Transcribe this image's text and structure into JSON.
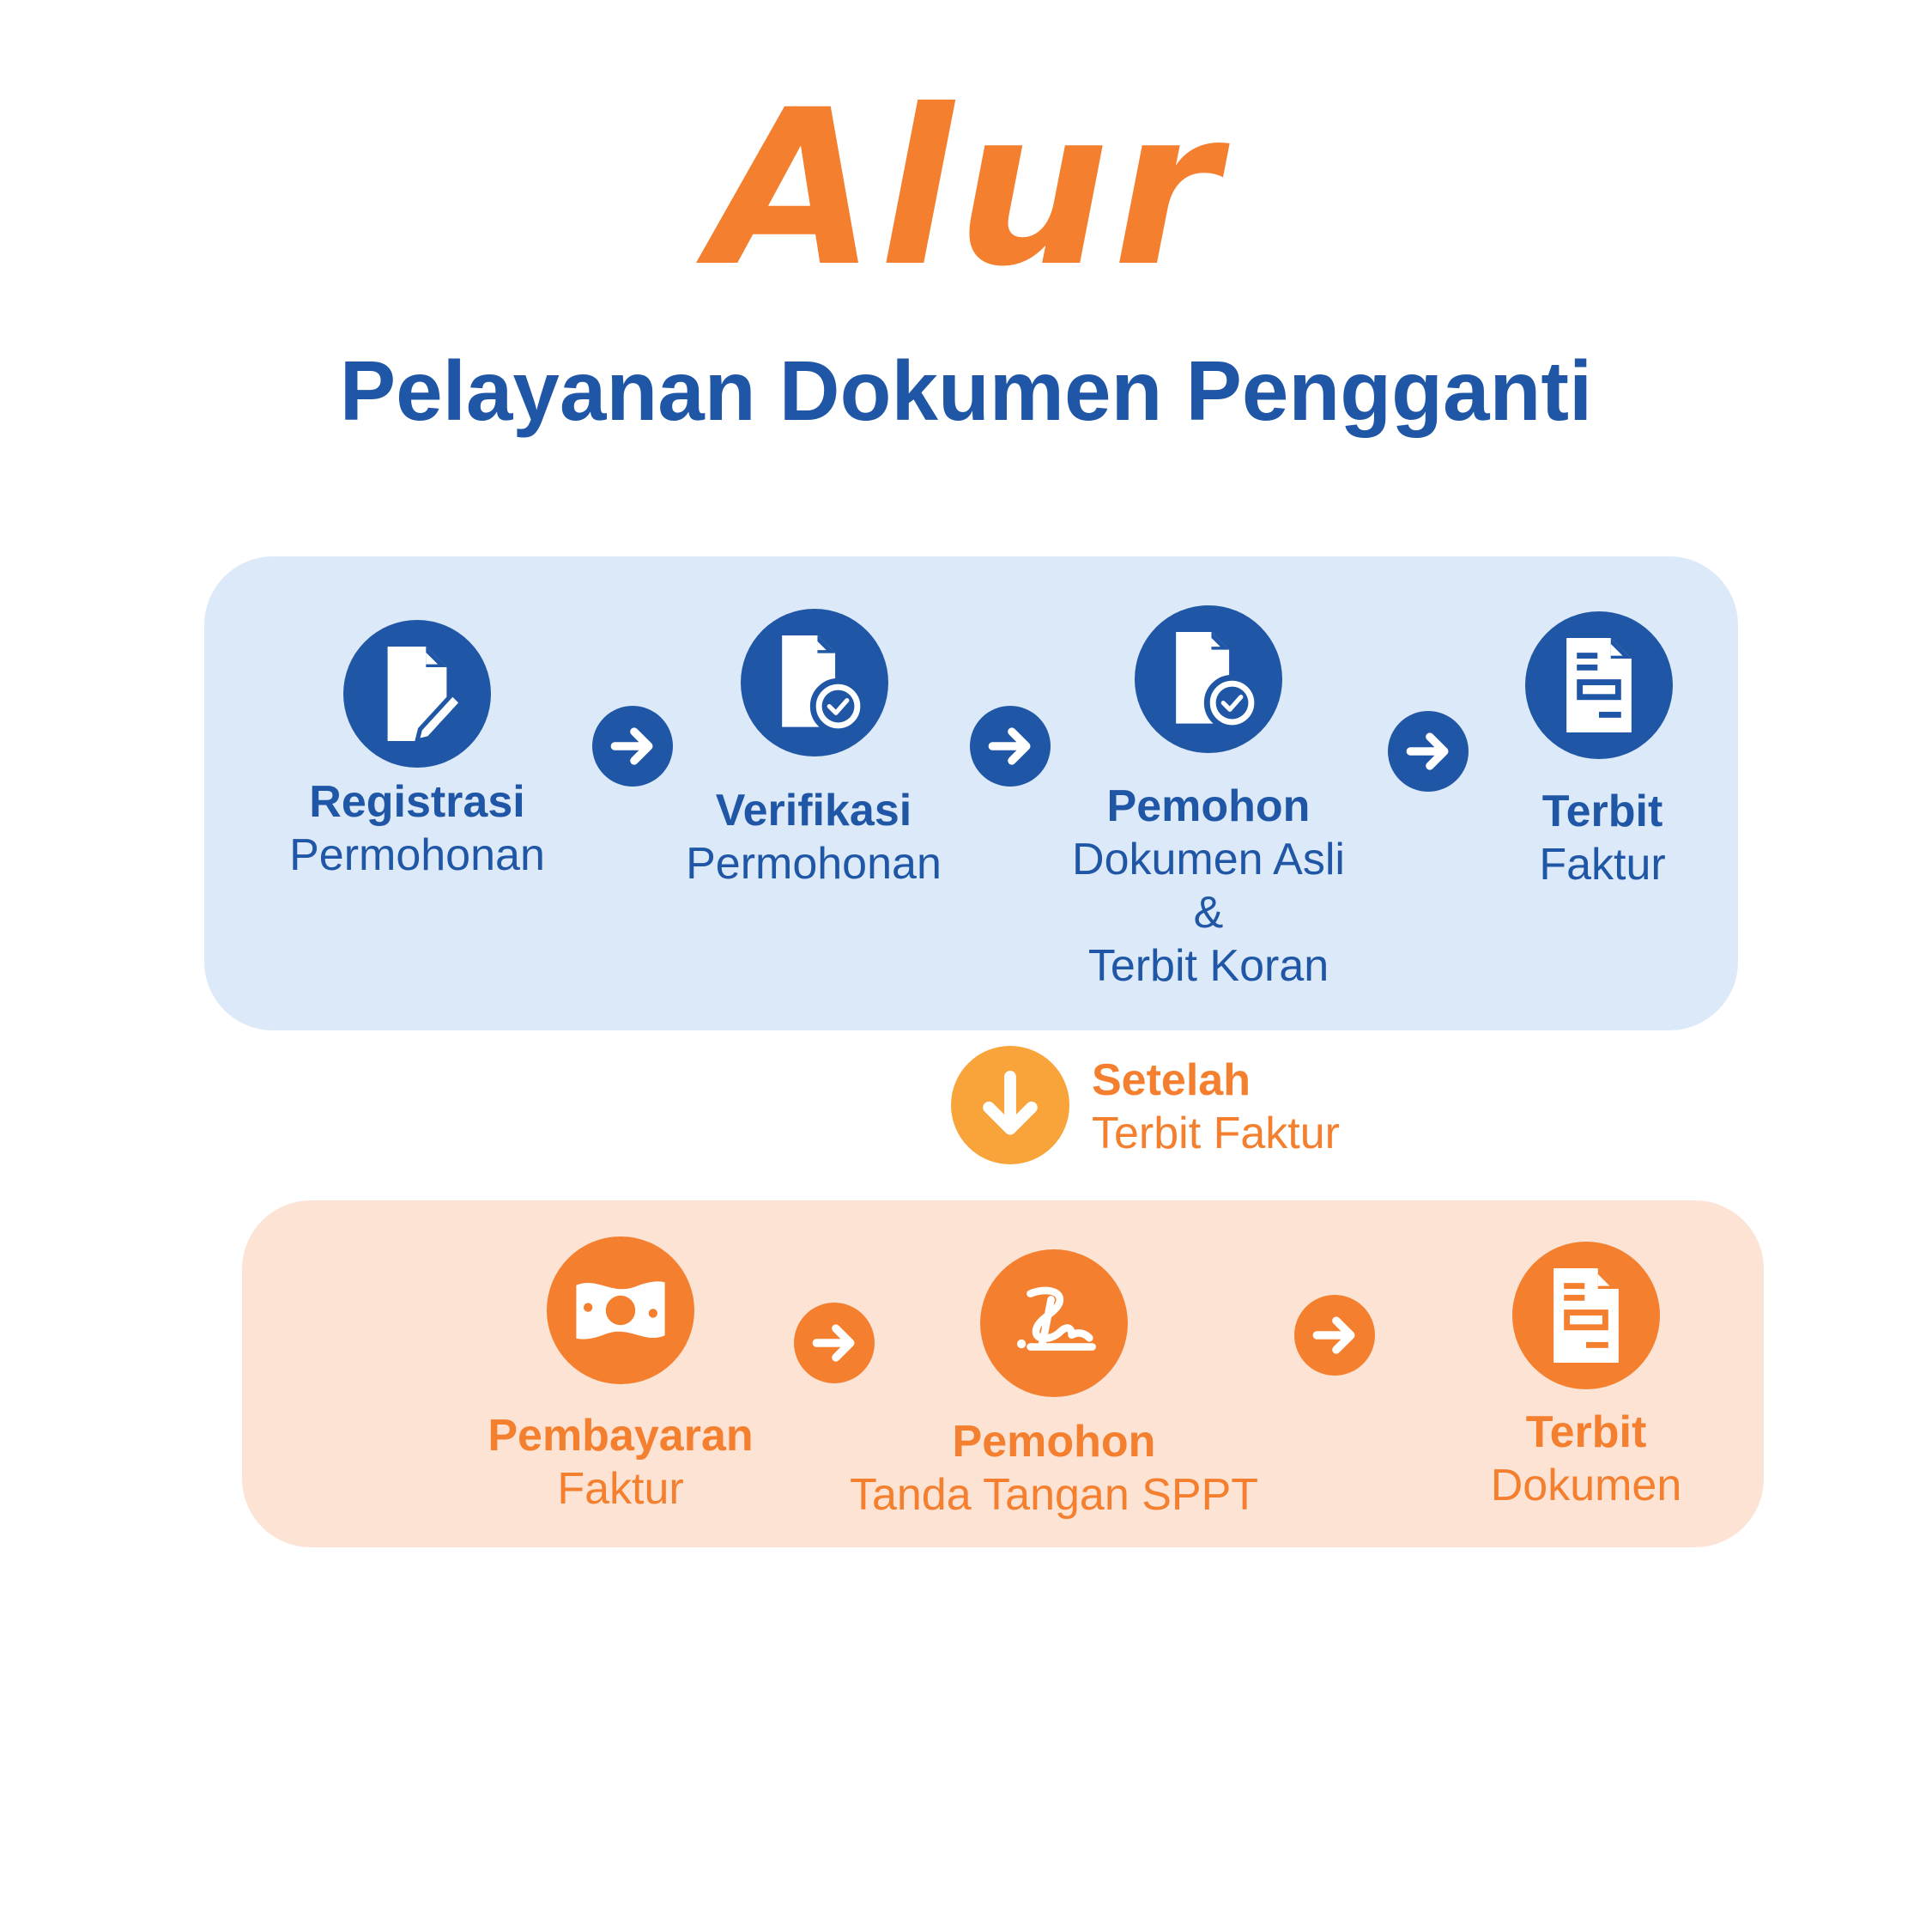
{
  "header": {
    "script_title": "Alur",
    "subtitle": "Pelayanan Dokumen Pengganti"
  },
  "colors": {
    "blue": "#1f56a6",
    "blue_panel": "#dce9f8",
    "orange": "#f47f2e",
    "orange_panel": "#fce3d4",
    "orange_light": "#f9a43a",
    "white": "#ffffff"
  },
  "stage1": {
    "steps": [
      {
        "icon": "document-edit-icon",
        "title": "Registrasi",
        "lines": [
          "Permohonan"
        ]
      },
      {
        "icon": "document-check-icon",
        "title": "Verifikasi",
        "lines": [
          "Permohonan"
        ]
      },
      {
        "icon": "document-check-icon",
        "title": "Pemohon",
        "lines": [
          "Dokumen Asli",
          "&",
          "Terbit Koran"
        ]
      },
      {
        "icon": "invoice-icon",
        "title": "Terbit",
        "lines": [
          "Faktur"
        ]
      }
    ]
  },
  "transition": {
    "icon": "arrow-down-icon",
    "title": "Setelah",
    "line": "Terbit Faktur"
  },
  "stage2": {
    "steps": [
      {
        "icon": "money-bill-icon",
        "title": "Pembayaran",
        "lines": [
          "Faktur"
        ]
      },
      {
        "icon": "signature-icon",
        "title": "Pemohon",
        "lines": [
          "Tanda Tangan SPPT"
        ]
      },
      {
        "icon": "invoice-icon",
        "title": "Terbit",
        "lines": [
          "Dokumen"
        ]
      }
    ]
  }
}
